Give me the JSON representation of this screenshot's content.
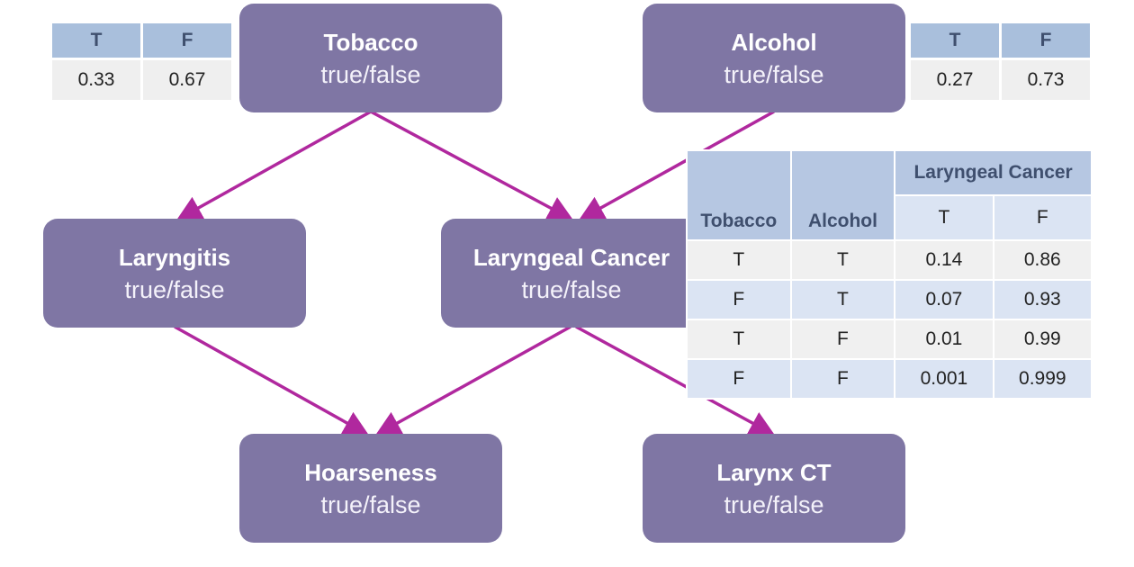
{
  "colors": {
    "node_fill": "#7f76a4",
    "edge": "#b0289e",
    "table_header": "#a9bfdc",
    "table_row_alt": "#dbe4f3"
  },
  "nodes": {
    "tobacco": {
      "name": "Tobacco",
      "state": "true/false"
    },
    "alcohol": {
      "name": "Alcohol",
      "state": "true/false"
    },
    "laryngitis": {
      "name": "Laryngitis",
      "state": "true/false"
    },
    "laryngeal_cancer": {
      "name": "Laryngeal Cancer",
      "state": "true/false"
    },
    "hoarseness": {
      "name": "Hoarseness",
      "state": "true/false"
    },
    "larynx_ct": {
      "name": "Larynx CT",
      "state": "true/false"
    }
  },
  "edges": [
    {
      "from": "Tobacco",
      "to": "Laryngitis"
    },
    {
      "from": "Tobacco",
      "to": "Laryngeal Cancer"
    },
    {
      "from": "Alcohol",
      "to": "Laryngeal Cancer"
    },
    {
      "from": "Laryngitis",
      "to": "Hoarseness"
    },
    {
      "from": "Laryngeal Cancer",
      "to": "Hoarseness"
    },
    {
      "from": "Laryngeal Cancer",
      "to": "Larynx CT"
    }
  ],
  "tobacco_table": {
    "headers": [
      "T",
      "F"
    ],
    "values": [
      "0.33",
      "0.67"
    ]
  },
  "alcohol_table": {
    "headers": [
      "T",
      "F"
    ],
    "values": [
      "0.27",
      "0.73"
    ]
  },
  "cancer_table": {
    "col_tobacco": "Tobacco",
    "col_alcohol": "Alcohol",
    "group_header": "Laryngeal Cancer",
    "sub_t": "T",
    "sub_f": "F",
    "rows": [
      {
        "tobacco": "T",
        "alcohol": "T",
        "t": "0.14",
        "f": "0.86"
      },
      {
        "tobacco": "F",
        "alcohol": "T",
        "t": "0.07",
        "f": "0.93"
      },
      {
        "tobacco": "T",
        "alcohol": "F",
        "t": "0.01",
        "f": "0.99"
      },
      {
        "tobacco": "F",
        "alcohol": "F",
        "t": "0.001",
        "f": "0.999"
      }
    ]
  }
}
